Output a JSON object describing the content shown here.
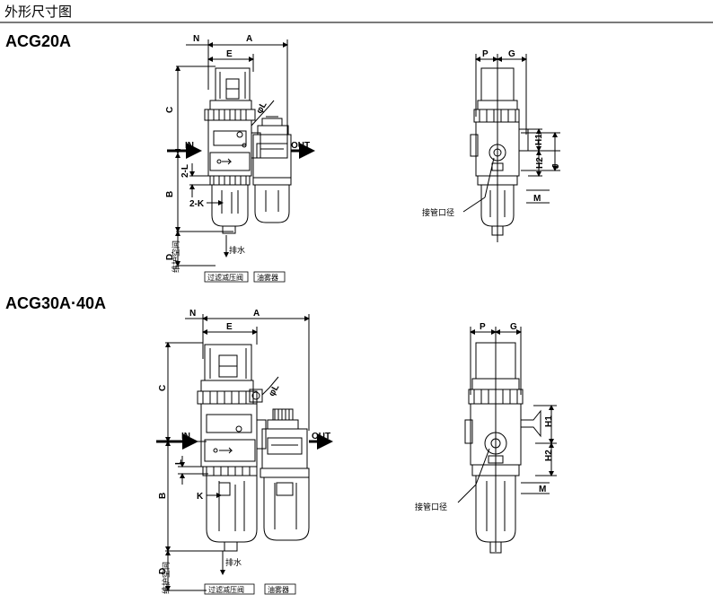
{
  "header": {
    "title": "外形尺寸图"
  },
  "models": [
    {
      "name": "ACG20A",
      "front": {
        "N": "N",
        "A": "A",
        "E": "E",
        "C": "C",
        "B": "B",
        "D": "D",
        "L": "2-L",
        "K": "2-K",
        "phiL": "φL",
        "IN": "IN",
        "OUT": "OUT",
        "drain": "排水",
        "maint": "维护空间"
      },
      "side": {
        "P": "P",
        "G": "G",
        "H1": "H1",
        "H2": "H2",
        "J": "J",
        "M": "M",
        "port": "接管口径"
      },
      "tags": [
        "过滤减压阀",
        "油雾器"
      ]
    },
    {
      "name": "ACG30A·40A",
      "front": {
        "N": "N",
        "A": "A",
        "E": "E",
        "C": "C",
        "B": "B",
        "D": "D",
        "L": "L",
        "K": "K",
        "phiL": "φL",
        "IN": "IN",
        "OUT": "OUT",
        "drain": "排水",
        "maint": "维护空间"
      },
      "side": {
        "P": "P",
        "G": "G",
        "H1": "H1",
        "H2": "H2",
        "M": "M",
        "port": "接管口径"
      },
      "tags": [
        "过滤减压阀",
        "油雾器"
      ]
    }
  ],
  "colors": {
    "line": "#000000",
    "rule": "#7a7a7a",
    "body": "#ffffff"
  }
}
